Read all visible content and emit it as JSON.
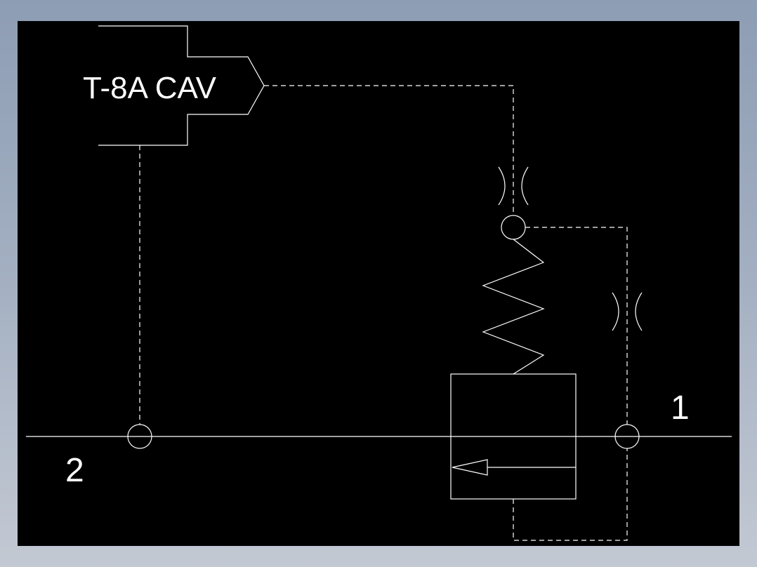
{
  "diagram": {
    "cavity_label": "T-8A CAV",
    "port_1_label": "1",
    "port_2_label": "2",
    "colors": {
      "background": "#000000",
      "line": "#ffffff"
    }
  }
}
